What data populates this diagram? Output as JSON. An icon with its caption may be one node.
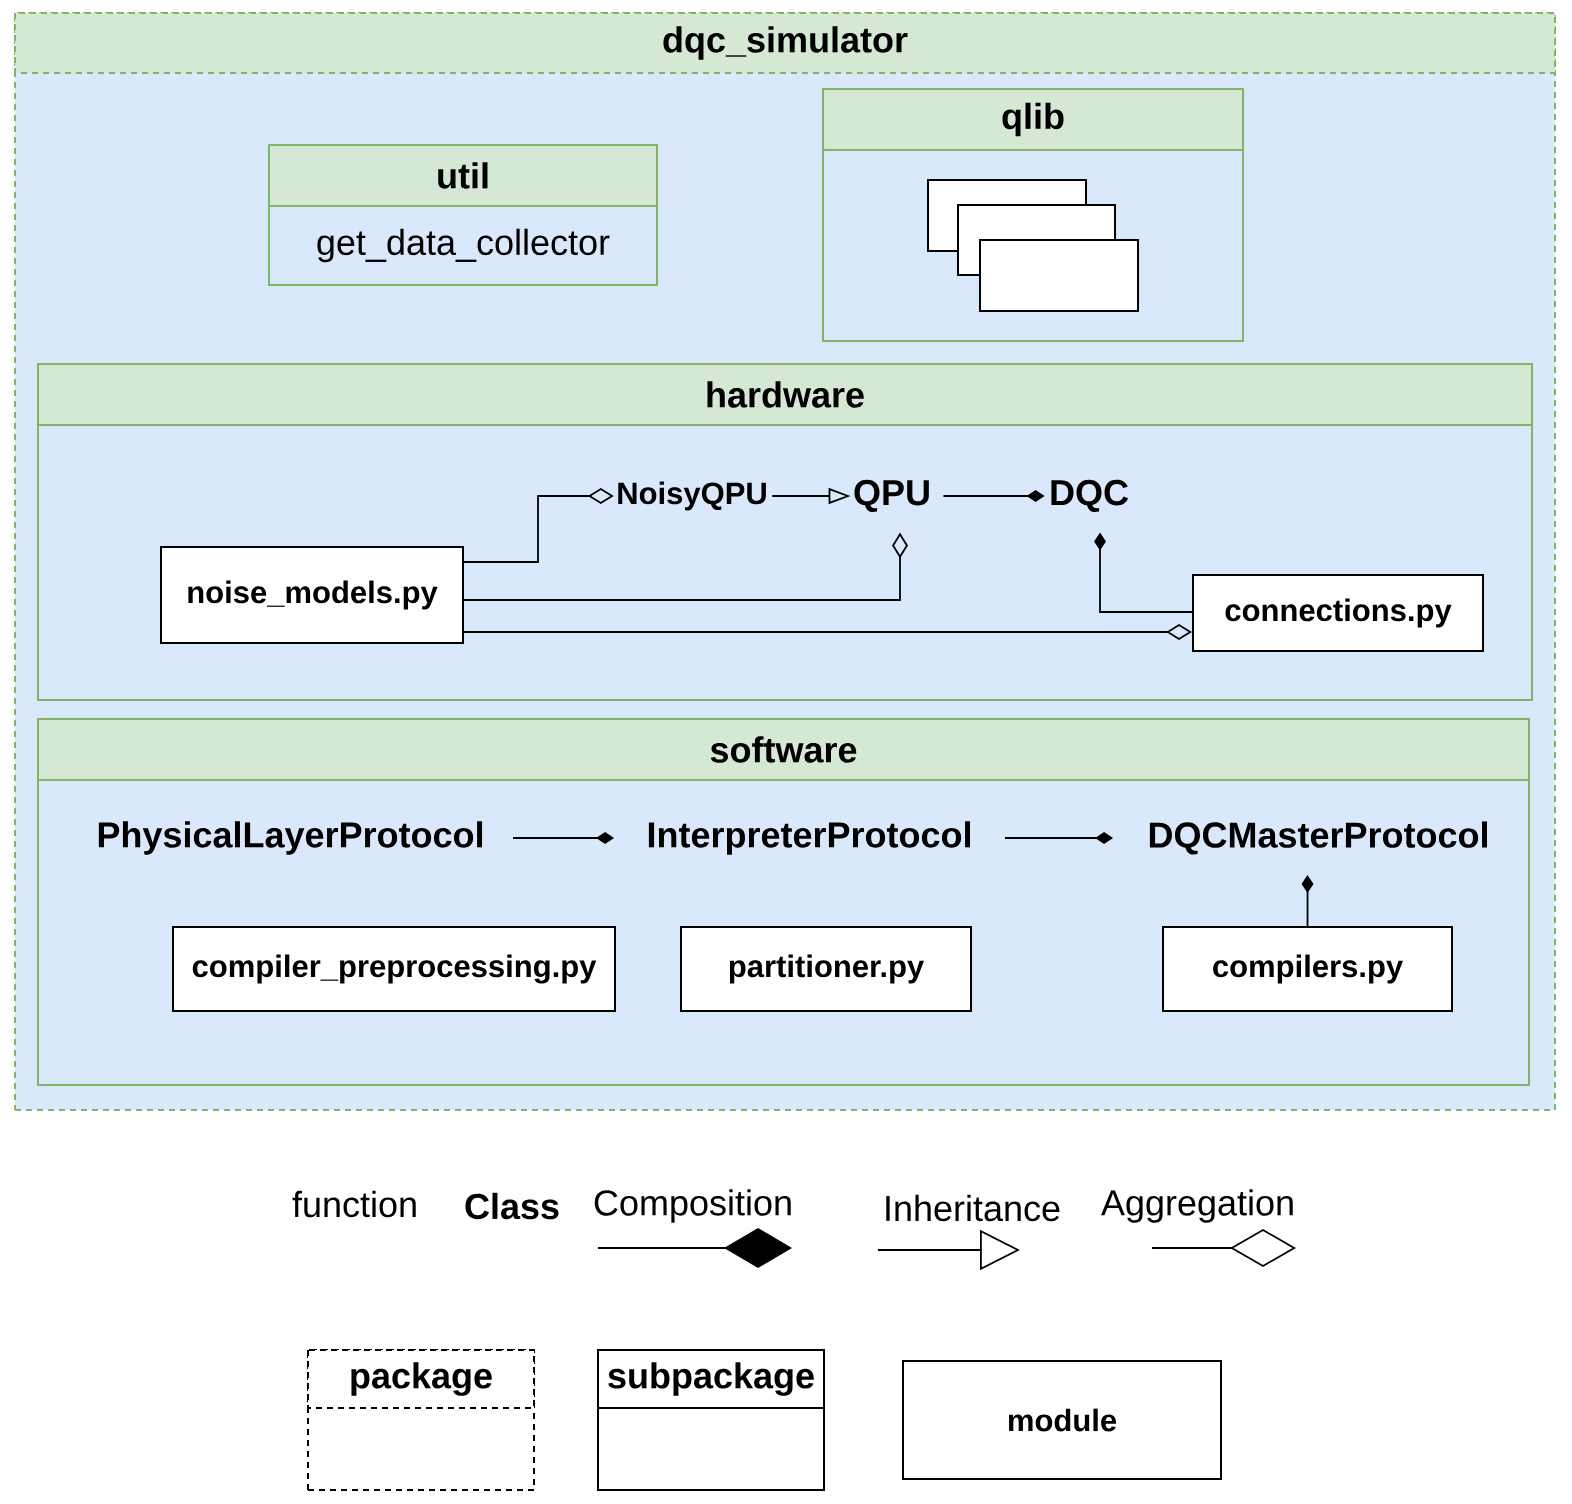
{
  "diagram": {
    "nodes": [
      {
        "text": [
          "dqc_simulator"
        ]
      },
      {
        "text": [
          "util",
          "get_data_collector"
        ],
        "in": 0
      },
      {
        "text": [
          "qlib"
        ],
        "in": 0
      },
      {
        "text": [],
        "shape": "box",
        "in": 2
      },
      {
        "text": [],
        "shape": "box",
        "in": 2
      },
      {
        "text": [],
        "shape": "box",
        "in": 2
      },
      {
        "text": [
          "hardware"
        ],
        "in": 0
      },
      {
        "text": [
          "NoisyQPU"
        ],
        "in": 6
      },
      {
        "text": [
          "QPU"
        ],
        "in": 6
      },
      {
        "text": [
          "DQC"
        ],
        "in": 6
      },
      {
        "text": [
          "noise_models.py"
        ],
        "in": 6
      },
      {
        "text": [
          "connections.py"
        ],
        "in": 6
      },
      {
        "text": [
          "software"
        ],
        "in": 0
      },
      {
        "text": [
          "PhysicalLayerProtocol"
        ],
        "in": 12
      },
      {
        "text": [
          "InterpreterProtocol"
        ],
        "in": 12
      },
      {
        "text": [
          "DQCMasterProtocol"
        ],
        "in": 12
      },
      {
        "text": [
          "compiler_preprocessing.py"
        ],
        "in": 12
      },
      {
        "text": [
          "partitioner.py"
        ],
        "in": 12
      },
      {
        "text": [
          "compilers.py"
        ],
        "in": 12
      },
      {
        "text": [
          "package"
        ]
      },
      {
        "text": [
          "subpackage"
        ]
      },
      {
        "text": [
          "module"
        ]
      }
    ],
    "edges": [
      {
        "from": 10,
        "to": 7,
        "arrow": "other"
      },
      {
        "from": 7,
        "to": 8,
        "arrow": "to"
      },
      {
        "from": 8,
        "to": 9,
        "arrow": "other"
      },
      {
        "from": 10,
        "to": 8,
        "arrow": "other"
      },
      {
        "from": 10,
        "to": 11,
        "arrow": "other"
      },
      {
        "from": 11,
        "to": 9,
        "arrow": "other"
      },
      {
        "from": 13,
        "to": 14,
        "arrow": "other"
      },
      {
        "from": 14,
        "to": 15,
        "arrow": "other"
      },
      {
        "from": 18,
        "to": 15,
        "arrow": "other"
      }
    ],
    "labels": [
      "function",
      "Class"
    ],
    "legend": [
      {
        "text": "Composition"
      },
      {
        "text": "Inheritance"
      },
      {
        "text": "Aggregation"
      }
    ]
  }
}
